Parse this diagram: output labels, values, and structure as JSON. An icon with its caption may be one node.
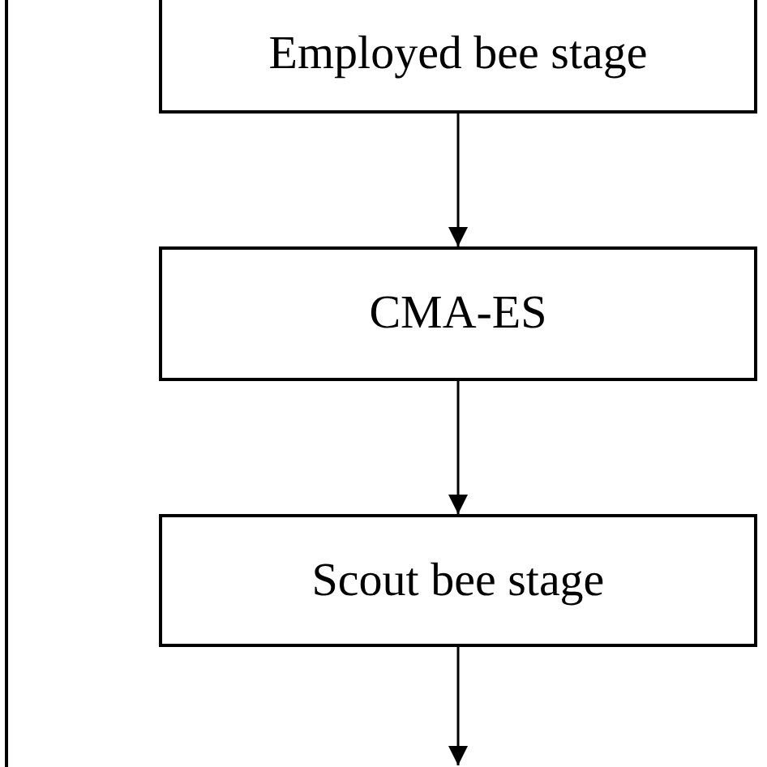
{
  "diagram": {
    "nodes": [
      {
        "text": [
          "Employed bee stage"
        ]
      },
      {
        "text": [
          "CMA-ES"
        ]
      },
      {
        "text": [
          "Scout bee stage"
        ]
      }
    ],
    "edges": [
      {
        "from": 0,
        "to": 1,
        "arrow": "to"
      },
      {
        "from": 1,
        "to": 2,
        "arrow": "to"
      },
      {
        "from": 2,
        "to": null,
        "arrow": "to"
      }
    ]
  }
}
